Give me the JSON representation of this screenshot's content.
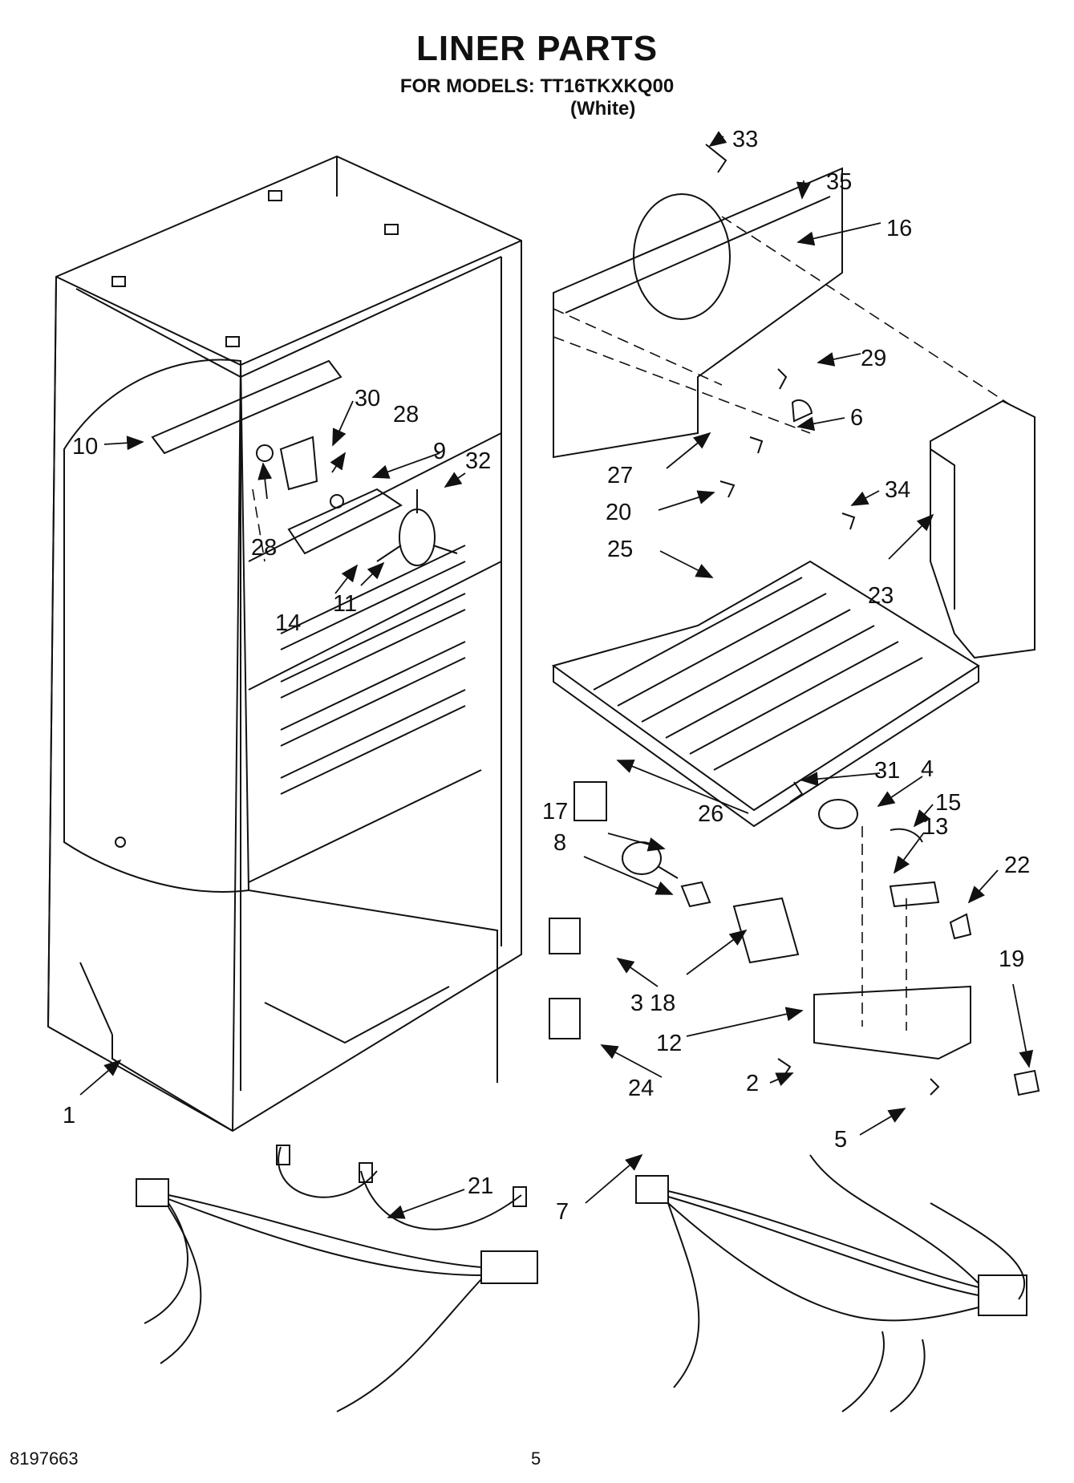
{
  "header": {
    "title": "LINER PARTS",
    "models_line": "FOR MODELS: TT16TKXKQ00",
    "variant": "(White)"
  },
  "footer": {
    "doc_number": "8197663",
    "page_number": "5"
  },
  "callouts": [
    "1",
    "2",
    "3",
    "4",
    "5",
    "6",
    "7",
    "8",
    "9",
    "10",
    "11",
    "12",
    "13",
    "14",
    "15",
    "16",
    "17",
    "18",
    "19",
    "20",
    "21",
    "22",
    "23",
    "24",
    "25",
    "26",
    "27",
    "28",
    "28",
    "29",
    "30",
    "31",
    "32",
    "33",
    "34",
    "35"
  ]
}
